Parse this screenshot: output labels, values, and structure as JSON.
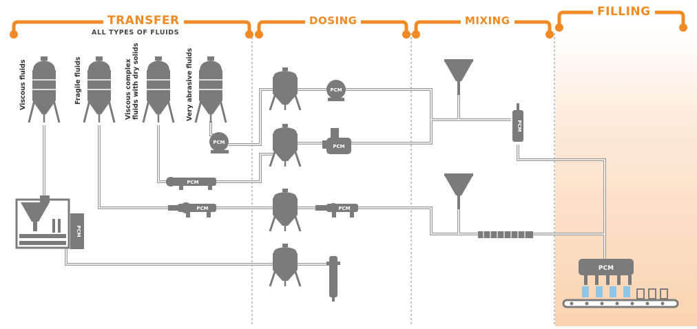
{
  "sections": {
    "transfer": {
      "title": "TRANSFER",
      "subtitle": "ALL TYPES OF FLUIDS"
    },
    "dosing": {
      "title": "DOSING"
    },
    "mixing": {
      "title": "MIXING"
    },
    "filling": {
      "title": "FILLING"
    }
  },
  "tanks": [
    {
      "label": "Viscous fluids"
    },
    {
      "label": "Fragile fluids"
    },
    {
      "label": "Viscous complex",
      "label2": "fluids with dry solids"
    },
    {
      "label": "Very abrasive fluids"
    }
  ],
  "brand": "PCM",
  "colors": {
    "accent": "#f08a24",
    "equipment": "#7b7b7b",
    "pipe": "#9a9a9a",
    "divider": "#8a8a8a",
    "filling_bg": "#fbd9bc"
  }
}
